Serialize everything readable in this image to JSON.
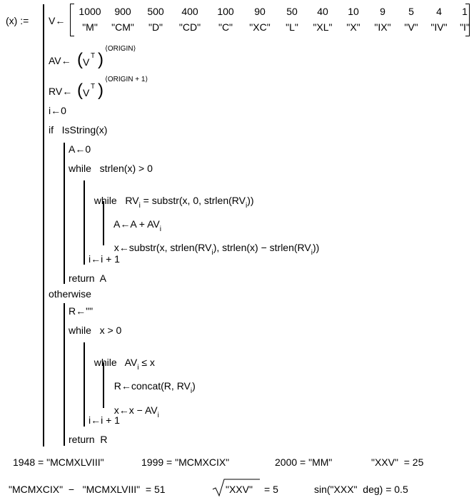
{
  "program": {
    "header": "(x) :=",
    "v_assign": "V←",
    "matrix": {
      "values": [
        "1000",
        "900",
        "500",
        "400",
        "100",
        "90",
        "50",
        "40",
        "10",
        "9",
        "5",
        "4",
        "1"
      ],
      "numerals": [
        "\"M\"",
        "\"CM\"",
        "\"D\"",
        "\"CD\"",
        "\"C\"",
        "\"XC\"",
        "\"L\"",
        "\"XL\"",
        "\"X\"",
        "\"IX\"",
        "\"V\"",
        "\"IV\"",
        "\"I\""
      ]
    },
    "av_assign": "AV←",
    "rv_assign": "RV←",
    "v_transpose_base": "V",
    "t_sup": "T",
    "av_col": "⟨ORIGIN⟩",
    "rv_col": "⟨ORIGIN + 1⟩",
    "i_init": "i←0",
    "if_line": "if   IsString(x)",
    "a_init": "A←0",
    "while1": "while   strlen(x) > 0",
    "while2_kw": "while",
    "while2_lhs": "RV",
    "while2_rest": " = substr(x, 0, strlen(RV",
    "while2_end": "))",
    "a_update_lhs": "A←A + AV",
    "x_update_1": "x←substr(x, strlen(RV",
    "x_update_2": "), strlen(x) − strlen(RV",
    "x_update_3": "))",
    "i_inc1": "i←i + 1",
    "return_a": "return  A",
    "otherwise": "otherwise",
    "r_init": "R←\"\"",
    "while3": "while   x > 0",
    "while4_kw": "while",
    "while4_expr": "AV",
    "while4_rest": " ≤ x",
    "r_update_1": "R←concat(R, RV",
    "r_update_2": ")",
    "x_sub_1": "x←x − AV",
    "i_inc2": "i←i + 1",
    "return_r": "return  R",
    "sub_i": "i"
  },
  "results": {
    "r1": "1948 = \"MCMXLVIII\"",
    "r2": "1999 = \"MCMXCIX\"",
    "r3": "2000 = \"MM\"",
    "r4": "\"XXV\"  = 25",
    "r5": "\"MCMXCIX\"  −   \"MCMXLVIII\"  = 51",
    "r6_arg": "\"XXV\"",
    "r6_res": "= 5",
    "r7": "sin(\"XXX\"  deg) = 0.5"
  }
}
